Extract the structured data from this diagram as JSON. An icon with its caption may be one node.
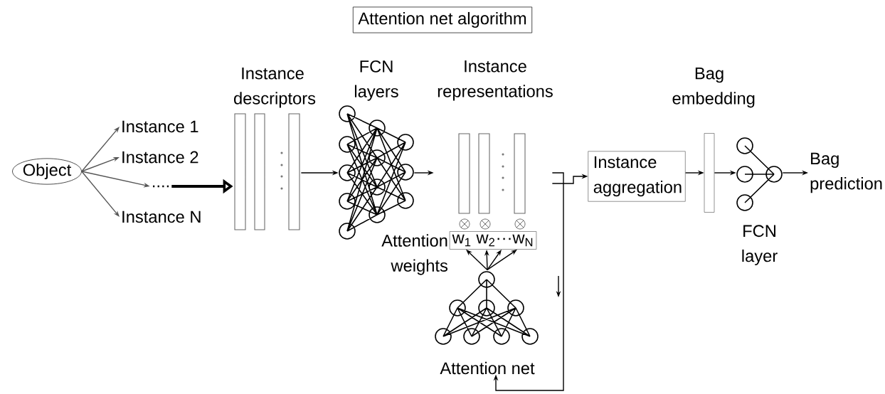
{
  "diagram": {
    "nodes": [
      {
        "text": [
          "Attention net algorithm"
        ]
      },
      {
        "text": [
          "Object"
        ]
      },
      {
        "text": [
          "Instance 1"
        ]
      },
      {
        "text": [
          "Instance 2"
        ]
      },
      {
        "text": [
          "...."
        ]
      },
      {
        "text": [
          "Instance N"
        ]
      },
      {
        "text": [
          "Instance descriptors"
        ]
      },
      {
        "text": [
          "FCN layers"
        ]
      },
      {
        "text": [
          "Instance representations"
        ]
      },
      {
        "text": [
          "w$_{1}$ w$_{2}$···w$_{N}$"
        ],
        "beside": [
          "Attention weights"
        ]
      },
      {
        "text": [
          "Attention net"
        ]
      },
      {
        "text": [
          "Instance aggregation"
        ]
      },
      {
        "text": [
          "Bag embedding"
        ]
      },
      {
        "text": [
          "FCN layer"
        ]
      },
      {
        "text": [
          "Bag prediction"
        ]
      }
    ],
    "edges": [
      {
        "from": 1,
        "to": 2,
        "arrow": "to",
        "color": "#555555"
      },
      {
        "from": 1,
        "to": 3,
        "arrow": "to",
        "color": "#555555"
      },
      {
        "from": 1,
        "to": 4,
        "arrow": "to",
        "color": "#555555"
      },
      {
        "from": 1,
        "to": 5,
        "arrow": "to",
        "color": "#555555"
      },
      {
        "from": 4,
        "to": 6,
        "arrow": "to",
        "style": "thick"
      },
      {
        "from": 6,
        "to": 7,
        "arrow": "to"
      },
      {
        "from": 7,
        "to": 8,
        "arrow": "to"
      },
      {
        "from": 8,
        "to": 10,
        "arrow": "to"
      },
      {
        "from": 8,
        "to": 11,
        "arrow": "to"
      },
      {
        "from": 10,
        "to": 9,
        "arrow": "to"
      },
      {
        "from": 10,
        "to": 9,
        "arrow": "to"
      },
      {
        "from": 10,
        "to": 9,
        "arrow": "to"
      },
      {
        "from": 10,
        "to": 9,
        "arrow": "to"
      },
      {
        "from": 11,
        "to": 12,
        "arrow": "to"
      },
      {
        "from": 12,
        "to": 13,
        "arrow": "to"
      },
      {
        "from": 13,
        "to": 14,
        "arrow": "to"
      }
    ]
  }
}
